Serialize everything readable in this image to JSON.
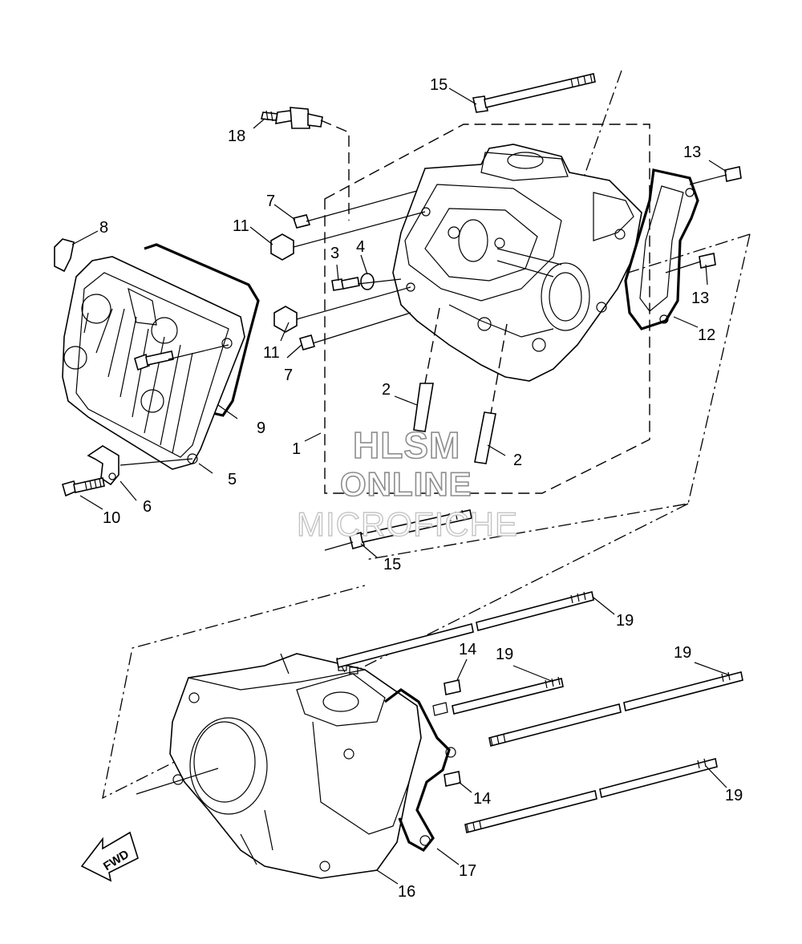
{
  "watermark": {
    "line1": "HLSM",
    "line2": "ONLINE",
    "line3": "MICROFICHE"
  },
  "fwd_label": "FWD",
  "callouts": {
    "c1": "1",
    "c2a": "2",
    "c2b": "2",
    "c3": "3",
    "c4": "4",
    "c5": "5",
    "c6": "6",
    "c7a": "7",
    "c7b": "7",
    "c8": "8",
    "c9": "9",
    "c10": "10",
    "c11a": "11",
    "c11b": "11",
    "c12": "12",
    "c13a": "13",
    "c13b": "13",
    "c14a": "14",
    "c14b": "14",
    "c15a": "15",
    "c15b": "15",
    "c16": "16",
    "c17": "17",
    "c18": "18",
    "c19a": "19",
    "c19b": "19",
    "c19c": "19",
    "c19d": "19"
  }
}
